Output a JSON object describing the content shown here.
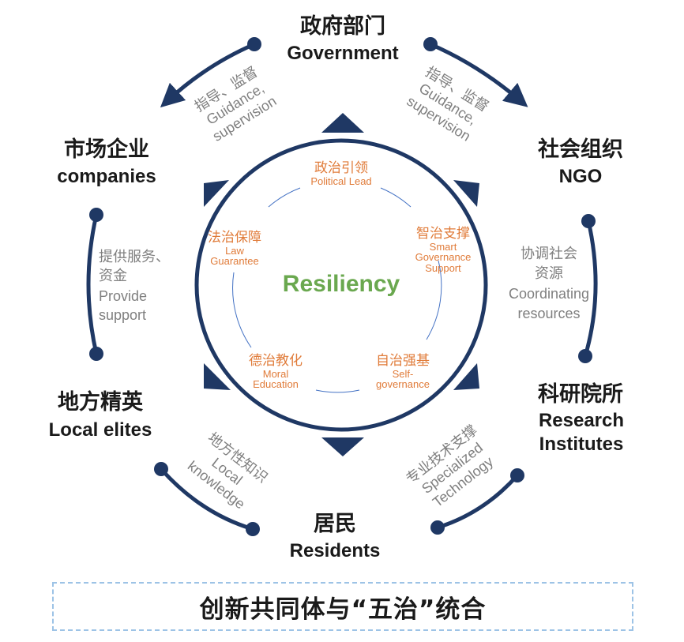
{
  "stakeholders": {
    "government": {
      "zh": "政府部门",
      "en": "Government"
    },
    "ngo": {
      "zh": "社会组织",
      "en": "NGO"
    },
    "research": {
      "zh": "科研院所",
      "en1": "Research",
      "en2": "Institutes"
    },
    "residents": {
      "zh": "居民",
      "en": "Residents"
    },
    "elites": {
      "zh": "地方精英",
      "en": "Local elites"
    },
    "companies": {
      "zh": "市场企业",
      "en": "companies"
    }
  },
  "relations": {
    "gov_to_companies": {
      "zh": "指导、监督",
      "en1": "Guidance,",
      "en2": "supervision"
    },
    "gov_to_ngo": {
      "zh": "指导、监督",
      "en1": "Guidance,",
      "en2": "supervision"
    },
    "ngo": {
      "zh1": "协调社会",
      "zh2": "资源",
      "en1": "Coordinating",
      "en2": "resources"
    },
    "research": {
      "zh": "专业技术支撑",
      "en1": "Specialized",
      "en2": "Technology"
    },
    "elites": {
      "zh": "地方性知识",
      "en1": "Local",
      "en2": "knowledge"
    },
    "companies": {
      "zh1": "提供服务、",
      "zh2": "资金",
      "en1": "Provide",
      "en2": "support"
    }
  },
  "governance": {
    "political": {
      "zh": "政治引领",
      "en": "Political Lead"
    },
    "smart": {
      "zh": "智治支撑",
      "en1": "Smart",
      "en2": "Governance",
      "en3": "Support"
    },
    "self": {
      "zh": "自治强基",
      "en1": "Self-",
      "en2": "governance"
    },
    "moral": {
      "zh": "德治教化",
      "en1": "Moral",
      "en2": "Education"
    },
    "law": {
      "zh": "法治保障",
      "en1": "Law",
      "en2": "Guarantee"
    }
  },
  "core_label": "Resiliency",
  "slogan": "创新共同体与“五治”统合",
  "colors": {
    "navy": "#1f3864",
    "orange": "#e07b39",
    "green": "#6aa84f",
    "gray": "#7f7f7f",
    "dash": "#9dc3e6"
  }
}
